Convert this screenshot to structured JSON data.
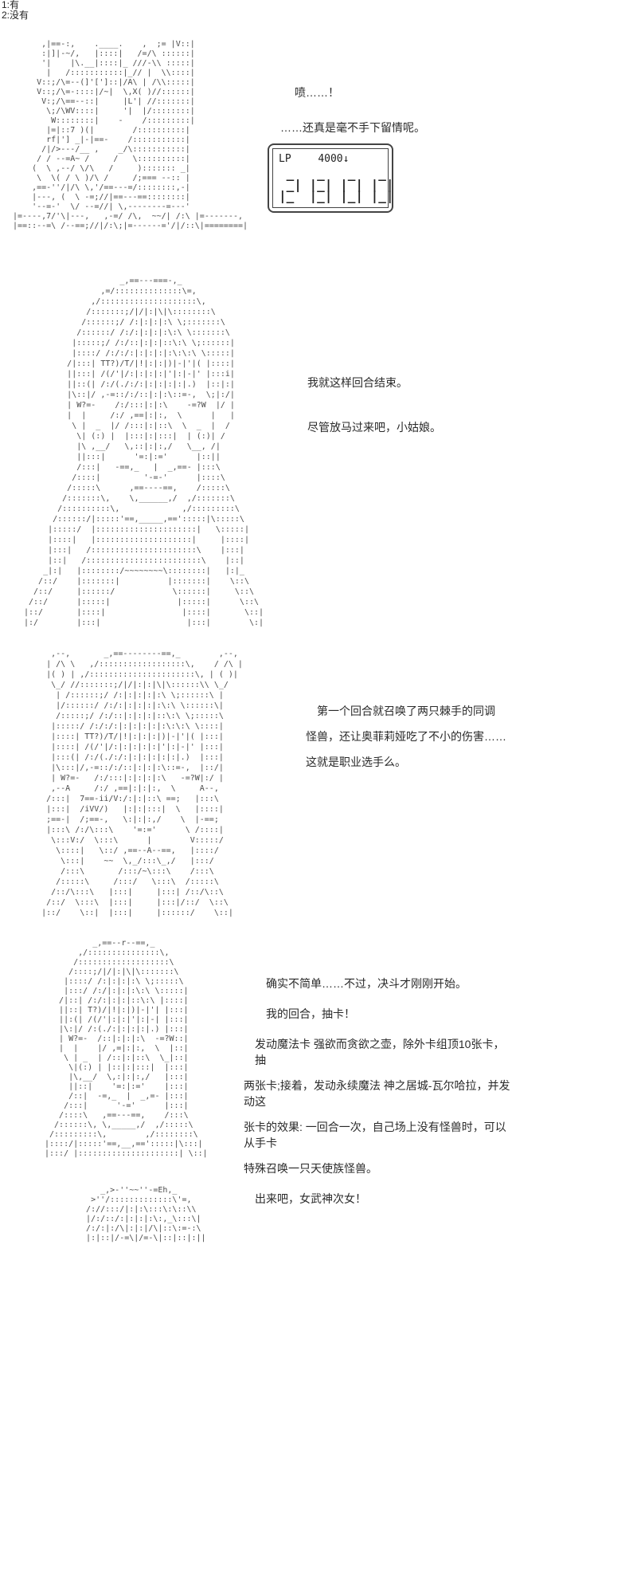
{
  "poll": {
    "option1": "1:有",
    "option2": "2:没有"
  },
  "panel1": {
    "aa": [
      "      ,|==-:,    .____.    ,  ;= |V::|",
      "      :|]|-~/,   |::::|   /=/\\ ::::::|",
      "      '|    |\\.__|::::|_ ///-\\\\ :::::|",
      "       |   /:::::::::::|_// |  \\\\::::|",
      "     V::;/\\=--(]'[']::|/A\\ | /\\\\:::::|",
      "     V::;/\\=-::::|/~|  \\,X( )//::::::|",
      "      V:;/\\==--::|     |L'| //:::::::|",
      "       \\;/\\WV::::|     '|  |/::::::::|",
      "        W::::::::|    -    /:::::::::|",
      "       |=|::7 )(|        /::::::::::|",
      "       rf|'] _|-|==-    /:::::::::::|",
      "      /|/>---/__ ,    _/\\:::::::::::|",
      "     / / --=A~ /     /   \\::::::::::|",
      "    (  \\ ,--/ \\/\\   /     )::::::: _|",
      "     \\  \\( / \\ )/\\ /     /;=== --:: |",
      "    ,==-''/|/\\ \\,'/==---=/::::::::,-|",
      "    |---, (  \\ -=;//|==---==::::::::|",
      "    '--=-'  \\/ --=//| \\,--------=---'",
      "|=----,7/'\\|---,   ,-=/ /\\,  ~~/| /:\\ |=-------,",
      "|==::--=\\ /--==;//|/:\\;|=------='/|/::\\|========|"
    ],
    "dialogue": [
      "喷……！",
      "……还真是毫不手下留情呢。"
    ]
  },
  "lp_counter": {
    "label": "LP",
    "value": "4000↓",
    "digits": [
      " _   _   _   _ ",
      " _| |_| | | | |",
      "|_  |_| |_| |_|"
    ]
  },
  "panel2": {
    "aa": [
      "                    _,==---===-,_",
      "                ,=/::::::::::::::\\=,",
      "              ,/::::::::::::::::::::\\,",
      "             /:::::::;/|/|:|\\|\\::::::::\\",
      "            /::::::;/ /:|:|:|:\\ \\;:::::::\\",
      "           /::::::/ /:/:|:|:|:\\:\\ \\:::::::\\",
      "          |:::::;/ /:/::|:|:|::\\:\\ \\;::::::|",
      "          |::::/ /:/:/:|:|:|:|:\\:\\:\\ \\:::::|",
      "         /|:::| TT?)/T/|!|:|:|)|-|'|( |::::|",
      "         ||:::| /(/'|/:|:|:|:|'|:|-|' |:::i|",
      "         ||::(| /:/(./:/:|:|:|:|:|.)  |::|:|",
      "         |\\::|/ ,-=::/:/::|:|:\\::=-,  \\;|:/|",
      "         | W?=-    /:/:::|:|:\\    -=?W  |/ |",
      "         |  |     /:/ ,==|:|:,  \\      |   |",
      "          \\ |  _  |/ /:::|:|::\\  \\  _  |  /",
      "           \\| (:) |  |:::|:|:::|  | (:)| /",
      "           |\\ ,__/   \\,::|:|:,/   \\__, /|",
      "           ||:::|      '=:|:='      |::||",
      "           /:::|   -==,_   |  _,==- |:::\\",
      "          /::::|         '-=-'      |::::\\",
      "         /:::::\\      ,==----==,    /:::::\\",
      "        /:::::::\\,    \\,______,/  ,/:::::::\\",
      "       /::::::::::\\,             ,/:::::::::\\",
      "      /::::::/|:::::'==,_____,==':::::|\\:::::\\",
      "     |:::::/  |:::::::::::::::::::::|   \\:::::|",
      "     |::::|   |::::::::::::::::::::|     |::::|",
      "     |:::|   /::::::::::::::::::::::\\    |:::|",
      "     |::|   /::::::::::::::::::::::::\\    |::|",
      "    _|:|   |::::::::/~~~~~~~~\\::::::::|   |:|_",
      "   /::/    |:::::::|          |:::::::|    \\::\\",
      "  /::/     |::::::/            \\::::::|     \\::\\",
      " /::/      |:::::|              |:::::|      \\::\\",
      "|::/       |::::|                |::::|       \\::|",
      "|:/        |:::|                  |:::|        \\:|"
    ],
    "dialogue": [
      "我就这样回合结束。",
      "尽管放马过来吧，小姑娘。"
    ]
  },
  "panel3": {
    "aa": [
      "      ,--,       _,==--------==,_        ,--,",
      "     | /\\ \\   ,/::::::::::::::::::\\,    / /\\ |",
      "     |( ) | ,/::::::::::::::::::::::\\, | ( )|",
      "      \\_/ //:::::::;/|/|:|:|\\|\\::::::\\\\ \\_/",
      "       | /::::::;/ /:|:|:|:|:\\ \\;::::::\\ |",
      "       |/::::::/ /:/:|:|:|:|:\\:\\ \\::::::\\|",
      "       /:::::;/ /:/::|:|:|:|::\\:\\ \\;:::::\\",
      "      |:::::/ /:/:/:|:|:|:|:|:\\:\\:\\ \\::::|",
      "      |::::| TT?)/T/|!|:|:|:|)|-|'|( |:::|",
      "      |::::| /(/'|/:|:|:|:|:|'|:|-|' |:::|",
      "      |:::(| /:/(./:/:|:|:|:|:|:|.)  |:::|",
      "      |\\:::|/,-=::/:/::|:|:|:\\::=-,  |::/|",
      "      | W?=-   /:/:::|:|:|:|:\\   -=?W|:/ |",
      "      ,--A     /:/ ,==|:|:|:,  \\     A--,",
      "     /:::|  7==-ii/V:/:|:|::\\ ==;   |:::\\",
      "     |:::|  /iVV/)   |:|:|:::|  \\   |::::|",
      "     ;==-|  /;==-,   \\:|:|:,/    \\  |-==;",
      "     |:::\\ /:/\\:::\\    '=:='      \\ /::::|",
      "      \\:::V:/  \\:::\\      |        V:::::/",
      "       \\::::|   \\::/ ,==--A--==,   |::::/",
      "        \\:::|    ~~  \\,_/:::\\_,/   |:::/",
      "        /:::\\       /:::/~\\:::\\    /:::\\",
      "       /:::::\\     /:::/   \\:::\\  /:::::\\",
      "      /::/\\:::\\   |:::|     |:::| /::/\\::\\",
      "     /::/  \\:::\\  |:::|     |:::|/::/  \\::\\",
      "    |::/    \\::|  |:::|     |::::::/    \\::|"
    ],
    "dialogue": [
      "　第一个回合就召唤了两只棘手的同调",
      "怪兽，还让奥菲莉娅吃了不小的伤害……",
      "这就是职业选手么。"
    ]
  },
  "panel4": {
    "aa": [
      "          _,==--r--==,_",
      "       ,/:::::::::::::::\\,",
      "      /:::::::::::::::::::\\",
      "     /::::;/|/|:|\\|\\:::::::\\",
      "    |::::/ /:|:|:|:\\ \\;:::::\\",
      "    |:::/ /:/|:|:|:\\:\\ \\:::::|",
      "   /|::| /:/:|:|:|::\\:\\ |::::|",
      "   ||::| T?)/|!|:|)|-|'| |:::|",
      "   ||:(| /(/'|:|:|'|:|-| |:::|",
      "   |\\:|/ /:(./:|:|:|:|.) |:::|",
      "   | W?=-  /::|:|:|:\\  -=?W::|",
      "   |  |    |/ ,=|:|:,  \\  |::|",
      "    \\ | _  | /::|:|::\\  \\_|::|",
      "     \\|(:) | |::|:|:::|  |:::|",
      "     |\\,__/  \\,:|:|:,/   |:::|",
      "     ||::|    '=:|:='    |:::|",
      "     /::|  -=,_  |  _,=- |:::|",
      "    /:::|      '-='      |:::|",
      "   /::::\\   ,==---==,    /:::\\",
      "  /::::::\\, \\,_____,/  ,/:::::\\",
      " /:::::::::\\,        ,/::::::::\\",
      "|::::/|:::::'==,__,==':::::|\\:::|",
      "|:::/ |:::::::::::::::::::::| \\::|"
    ],
    "dialogue": [
      "确实不简单……不过，决斗才刚刚开始。",
      "我的回合，抽卡！",
      "发动魔法卡 强欲而贪欲之壶，除外卡组顶10张卡，抽",
      "两张卡;接着，发动永续魔法 神之居城-瓦尔哈拉，并发动这",
      "张卡的效果: 一回合一次，自己场上没有怪兽时，可以从手卡",
      "特殊召唤一只天使族怪兽。",
      "出来吧，女武神次女！"
    ]
  },
  "panel5": {
    "aa": [
      "      _,>-''~~''-=Eh,_",
      "    >''/:::::::::::::\\'=,",
      "   /://:::/|:|:\\:::\\:\\::\\\\",
      "   |/:/::/:|:|:|:\\:,_\\:::\\|",
      "   /:/:|:/\\|:|:|/\\|::\\:=-:\\",
      "   |:|::|/-=\\|/=-\\|::|::|:||"
    ]
  }
}
